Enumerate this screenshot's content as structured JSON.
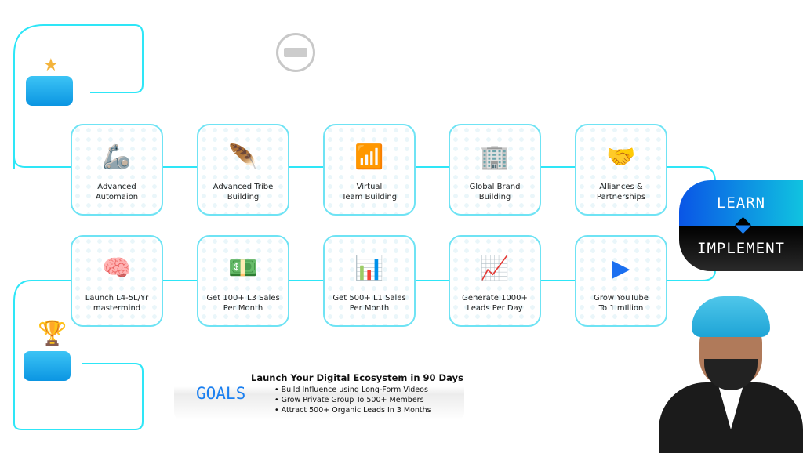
{
  "cards_top": [
    {
      "label": "Advanced\nAutomaion",
      "icon": "robot-arm-icon"
    },
    {
      "label": "Advanced Tribe\nBuilding",
      "icon": "tribal-head-icon"
    },
    {
      "label": "Virtual\nTeam Building",
      "icon": "wifi-team-icon"
    },
    {
      "label": "Global Brand\nBuilding",
      "icon": "globe-building-icon"
    },
    {
      "label": "Alliances &\nPartnerships",
      "icon": "handshake-icon"
    }
  ],
  "cards_bottom": [
    {
      "label": "Launch L4-5L/Yr\nmastermind",
      "icon": "brain-chip-icon"
    },
    {
      "label": "Get 100+ L3 Sales\nPer Month",
      "icon": "money-icon"
    },
    {
      "label": "Get 500+ L1 Sales\nPer Month",
      "icon": "money-chart-icon"
    },
    {
      "label": "Generate 1000+\nLeads Per Day",
      "icon": "growth-chart-icon"
    },
    {
      "label": "Grow YouTube\nTo 1 mIllion",
      "icon": "youtube-growth-icon"
    }
  ],
  "badge": {
    "learn": "LEARN",
    "implement": "IMPLEMENT"
  },
  "goals": {
    "label": "GOALS",
    "title": "Launch Your Digital Ecosystem in 90 Days",
    "items": [
      "Build Influence using Long-Form Videos",
      "Grow Private Group To 500+ Members",
      "Attract 500+ Organic Leads In 3 Months"
    ]
  },
  "colors": {
    "line": "#2ee6f7",
    "accent": "#1a7ff0"
  }
}
